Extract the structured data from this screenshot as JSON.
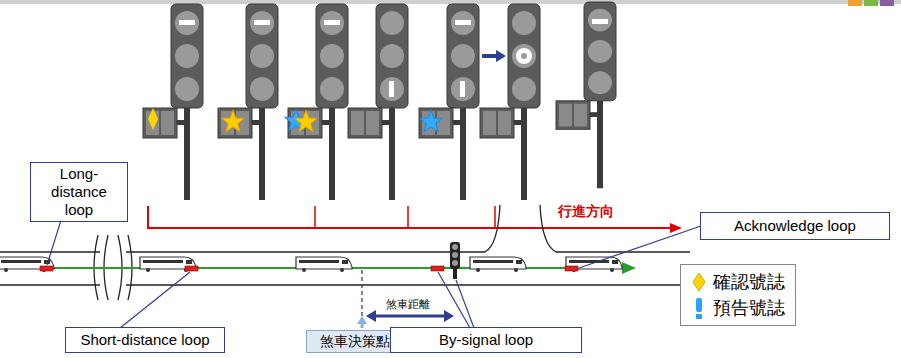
{
  "diagram": {
    "nodes": [
      {
        "text": [
          "Long-distance loop"
        ]
      },
      {
        "text": [
          "Acknowledge loop"
        ]
      },
      {
        "text": [
          "Short-distance loop"
        ]
      },
      {
        "text": [
          "煞車決策點"
        ]
      },
      {
        "text": [
          "By-signal loop"
        ]
      }
    ],
    "labels": [
      "行進方向",
      "煞車距離"
    ],
    "legend": [
      {
        "text": "確認號誌"
      },
      {
        "text": "預告號誌"
      }
    ]
  }
}
